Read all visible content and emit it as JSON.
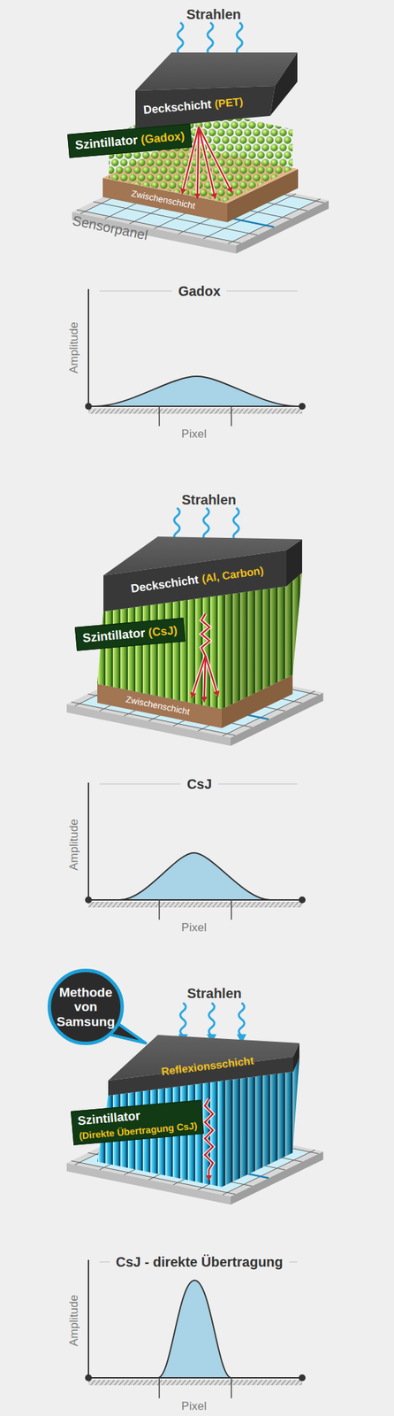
{
  "diagram": {
    "nodes": [
      {
        "text": [
          "Szintillator",
          "(Gadox)"
        ]
      },
      {
        "text": [
          "Szintillator",
          "(CsJ)"
        ]
      },
      {
        "text": [
          "Methode von Samsung"
        ]
      },
      {
        "text": [
          "Szintillator",
          "(Direkte Übertragung CsJ)"
        ]
      }
    ],
    "labels": [
      "Strahlen",
      "Deckschicht",
      "(PET)",
      "Zwischenschicht",
      "Sensorpanel",
      "Gadox",
      "Amplitude",
      "Pixel",
      "Strahlen",
      "Deckschicht",
      "(Al, Carbon)",
      "Zwischenschicht",
      "CsJ",
      "Amplitude",
      "Pixel",
      "Strahlen",
      "Reflexionsschicht",
      "CsJ - direkte Übertragung",
      "Amplitude",
      "Pixel"
    ]
  }
}
